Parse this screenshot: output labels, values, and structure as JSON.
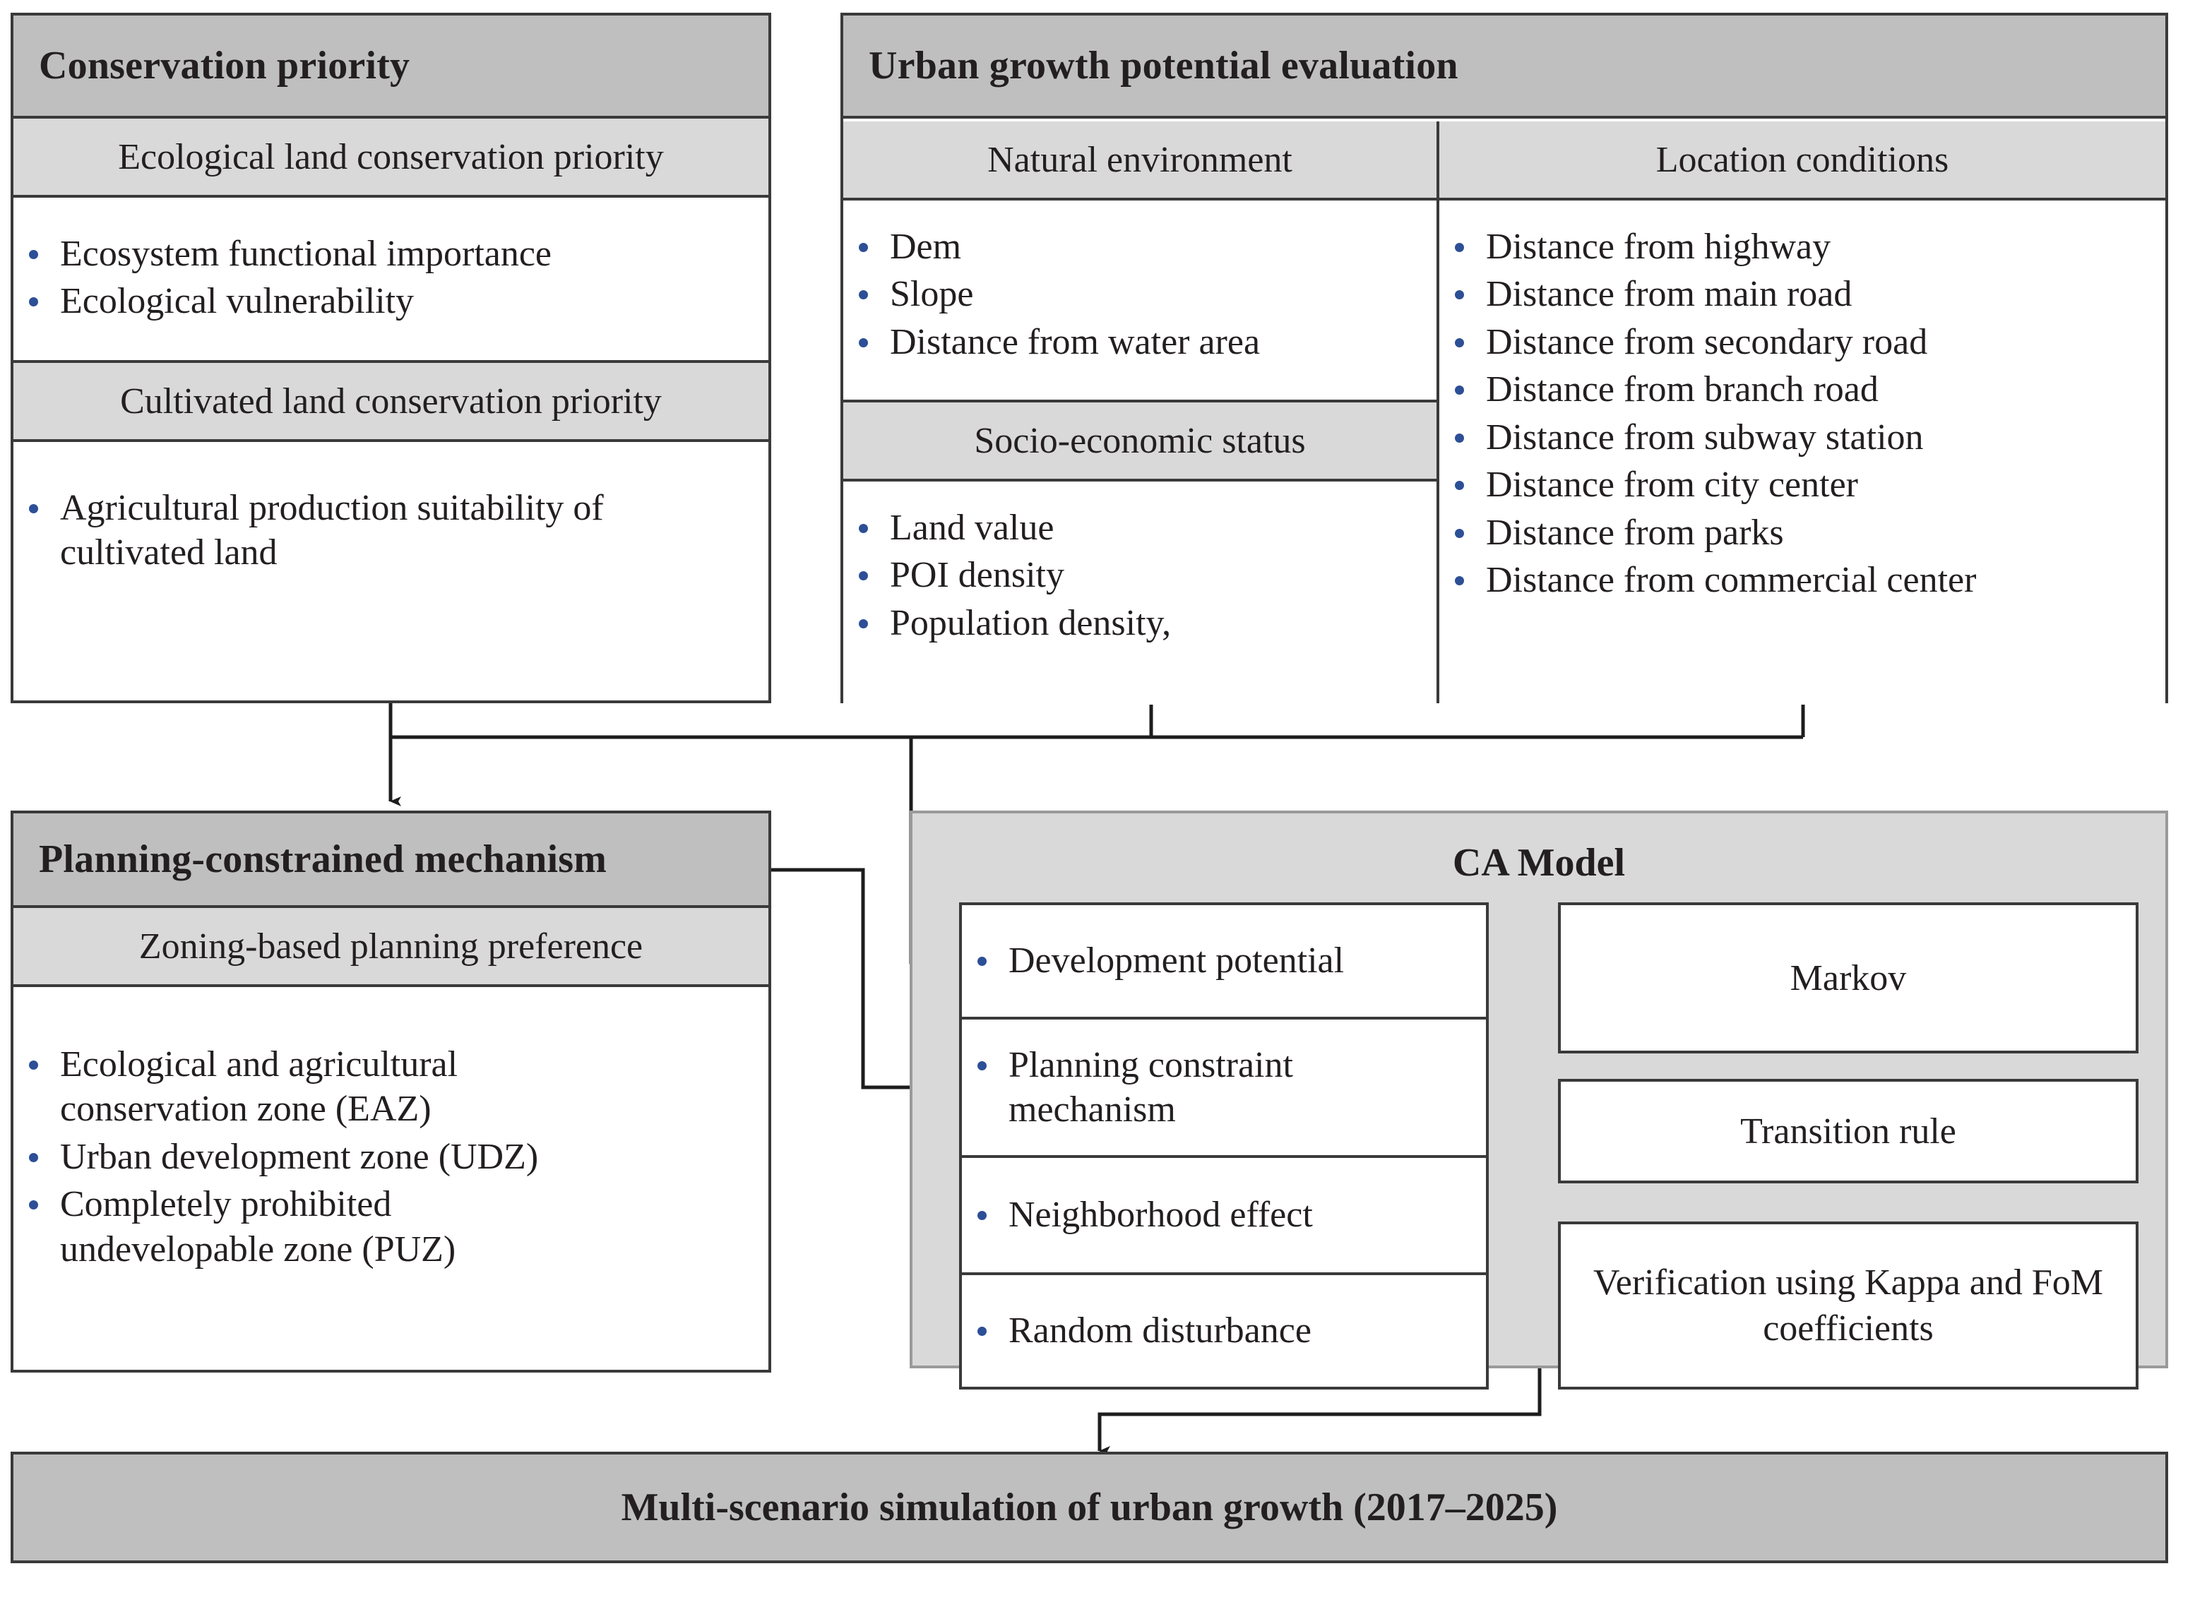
{
  "colors": {
    "header_dark": "#bfbfbf",
    "header_light": "#d9d9d9",
    "panel_fill": "#d9d9d9",
    "border": "#3a3a3a",
    "bullet": "#2c4f96",
    "text": "#231f20"
  },
  "conservation": {
    "title": "Conservation priority",
    "groups": [
      {
        "header": "Ecological land conservation priority",
        "items": [
          "Ecosystem functional importance",
          "Ecological vulnerability"
        ]
      },
      {
        "header": "Cultivated land conservation priority",
        "items": [
          "Agricultural production suitability of cultivated land"
        ]
      }
    ]
  },
  "urban_growth": {
    "title": "Urban growth potential evaluation",
    "left_column": [
      {
        "header": "Natural environment",
        "items": [
          "Dem",
          "Slope",
          "Distance from water area"
        ]
      },
      {
        "header": "Socio-economic status",
        "items": [
          "Land value",
          "POI density",
          "Population density,"
        ]
      }
    ],
    "right_column": {
      "header": "Location conditions",
      "items": [
        "Distance from highway",
        "Distance from main road",
        "Distance from secondary road",
        "Distance from branch road",
        "Distance from subway station",
        "Distance from city center",
        "Distance from parks",
        "Distance from commercial center"
      ]
    }
  },
  "planning": {
    "title": "Planning-constrained mechanism",
    "header": "Zoning-based planning preference",
    "items": [
      "Ecological and agricultural conservation zone (EAZ)",
      "Urban development zone (UDZ)",
      "Completely prohibited undevelopable zone (PUZ)"
    ]
  },
  "ca_model": {
    "title": "CA Model",
    "inputs": [
      "Development potential",
      "Planning constraint mechanism",
      "Neighborhood effect",
      "Random disturbance"
    ],
    "pipeline": [
      "Markov",
      "Transition rule",
      "Verification using Kappa and FoM coefficients"
    ]
  },
  "output": {
    "label": "Multi-scenario simulation of urban growth (2017–2025)"
  }
}
